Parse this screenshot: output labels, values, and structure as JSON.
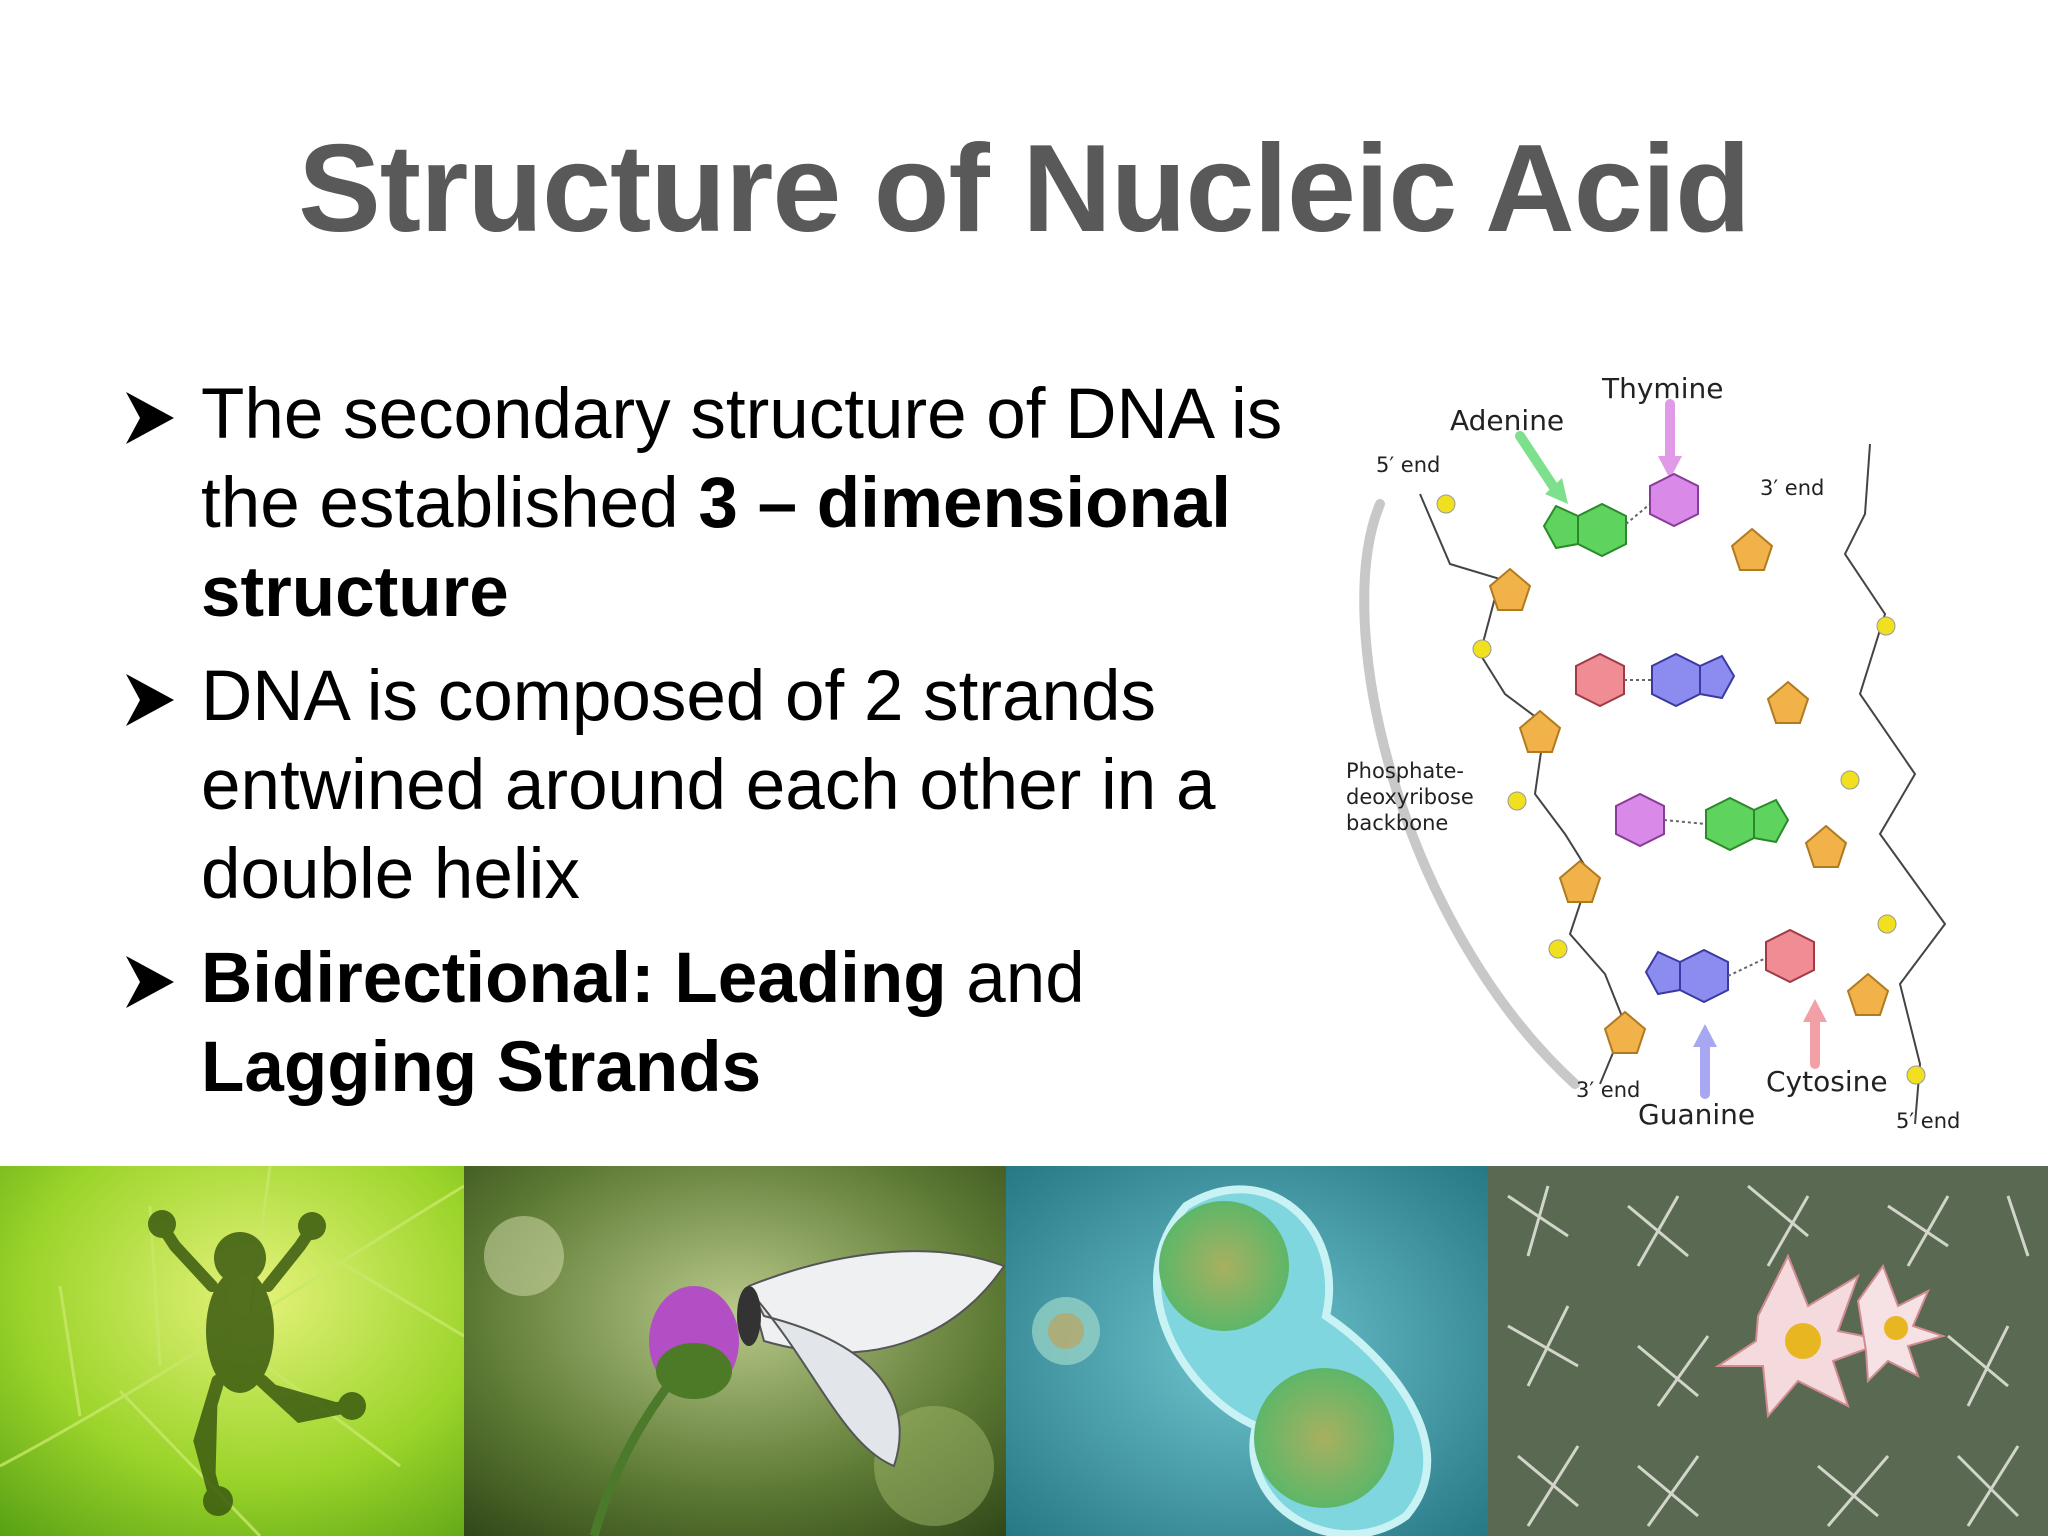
{
  "slide": {
    "title": "Structure of Nucleic Acid",
    "bullets": [
      {
        "pre": "The secondary structure of DNA is the established ",
        "bold": "3 – dimensional structure",
        "post": ""
      },
      {
        "pre": "DNA is composed of 2 strands entwined around each other in a double helix",
        "bold": "",
        "post": ""
      },
      {
        "pre": "",
        "bold": "Bidirectional: Leading",
        "post": " and ",
        "bold2": "Lagging Strands"
      }
    ]
  },
  "diagram": {
    "labels": {
      "thymine": "Thymine",
      "adenine": "Adenine",
      "five_end_top": "5′ end",
      "three_end_top": "3′ end",
      "backbone_1": "Phosphate-",
      "backbone_2": "deoxyribose",
      "backbone_3": "backbone",
      "three_end_bottom": "3′ end",
      "guanine": "Guanine",
      "cytosine": "Cytosine",
      "five_end_bottom": "5′ end"
    },
    "colors": {
      "adenine": "#5ed35e",
      "thymine": "#d98ae8",
      "guanine": "#8c8cf0",
      "cytosine": "#f08c94",
      "sugar": "#f2b24a",
      "phosphate": "#f0e020"
    }
  },
  "photos": [
    {
      "icon": "frog-silhouette-on-leaf"
    },
    {
      "icon": "butterfly-on-flower"
    },
    {
      "icon": "dividing-cell"
    },
    {
      "icon": "cactus-flower"
    }
  ]
}
